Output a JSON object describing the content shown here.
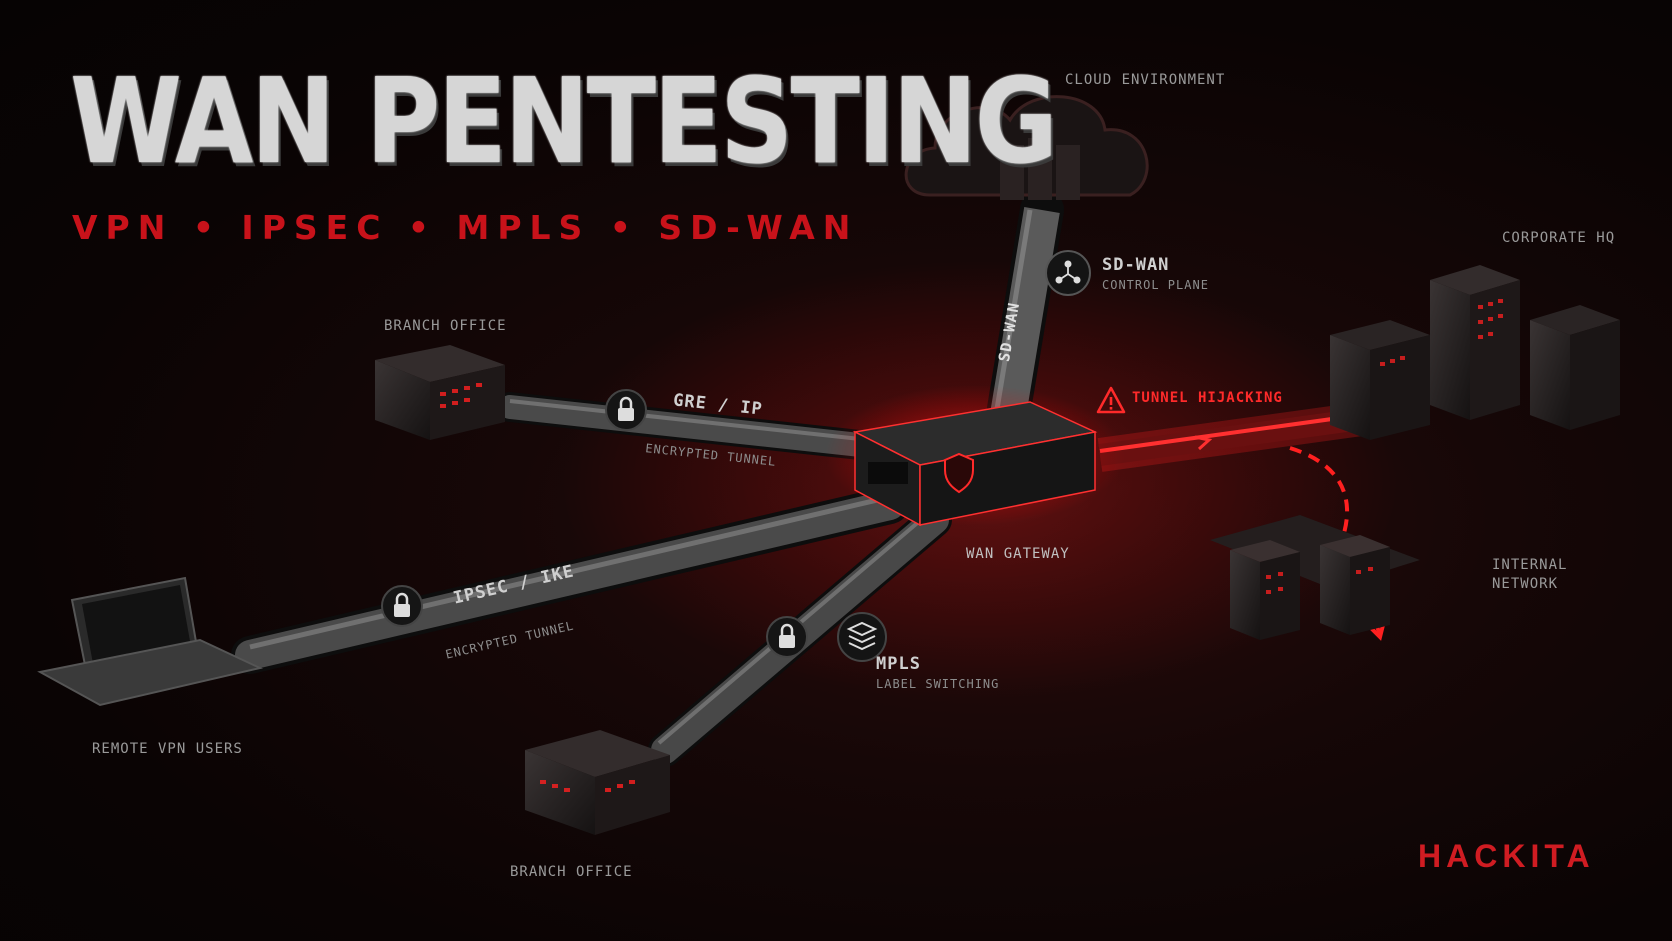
{
  "title": "WAN PENTESTING",
  "subtitle": "VPN • IPSEC • MPLS • SD-WAN",
  "brand": "HACKITA",
  "labels": {
    "cloud": "CLOUD ENVIRONMENT",
    "corporate_hq": "CORPORATE HQ",
    "branch_top": "BRANCH OFFICE",
    "branch_bottom": "BRANCH OFFICE",
    "remote_users": "REMOTE VPN USERS",
    "gateway": "WAN GATEWAY",
    "internal_1": "INTERNAL",
    "internal_2": "NETWORK",
    "sdwan": "SD-WAN",
    "sdwan_sub": "CONTROL PLANE",
    "sdwan_pipe": "SD-WAN",
    "gre": "GRE / IP",
    "gre_sub": "ENCRYPTED TUNNEL",
    "ipsec": "IPSEC / IKE",
    "ipsec_sub": "ENCRYPTED TUNNEL",
    "mpls": "MPLS",
    "mpls_sub": "LABEL SWITCHING",
    "hijack": "TUNNEL HIJACKING"
  },
  "colors": {
    "accent": "#d01c22",
    "alert": "#ff2a2a",
    "text": "#9a9a9a"
  },
  "icons": [
    "lock-icon",
    "warning-icon",
    "network-nodes-icon",
    "layers-icon",
    "shield-icon"
  ]
}
